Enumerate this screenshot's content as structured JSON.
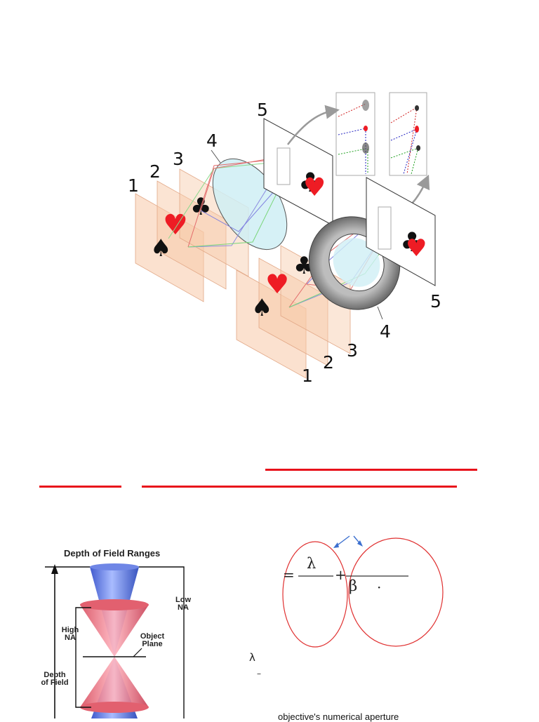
{
  "top_diagram": {
    "labels_left": [
      "1",
      "2",
      "3",
      "4",
      "5"
    ],
    "labels_right": [
      "4",
      "5",
      "3",
      "2",
      "1"
    ]
  },
  "dof": {
    "title": "Depth of Field Ranges",
    "low_na": "Low NA",
    "high_na": "High NA",
    "object_plane": "Object Plane",
    "depth_of_field": "Depth of Field"
  },
  "formula": {
    "equals": "=",
    "lambda": "λ",
    "plus": "+",
    "beta": "β",
    "dot": "·",
    "lambda_small": "λ",
    "dash": "–"
  },
  "caption": "objective's numerical aperture"
}
